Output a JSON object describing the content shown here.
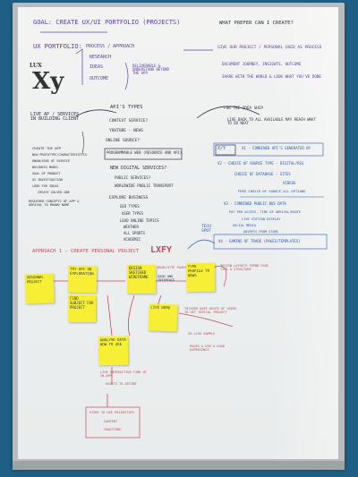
{
  "board": {
    "goal": "GOAL: CREATE UX/UI PORTFOLIO (PROJECTS)",
    "what_prefer": "WHAT PREFER CAN I CREATE?",
    "ux_portfolio": "UX PORTFOLIO:",
    "ux_list": [
      "PROCESS / APPROACH",
      "RESEARCH",
      "IDEAS",
      "OUTCOME"
    ],
    "ux_note": "DELIVERABLE & UNDERSTAND BEYOND THE APP",
    "right_top": [
      "GIVE OUR PROJECT / PERSONAL USED AS PROCESS",
      "DOCUMENT JOURNEY, INSIGHTS, OUTCOME",
      "SHARE WITH THE WORLD & LOOK WHAT YOU'VE DONE"
    ],
    "logo_small": "LUX",
    "logo_big": "Xy",
    "live_ap": "LIVE AP / SERVICES IN BUILDING CLIENT",
    "api_types": "API'S TYPES",
    "api_list": [
      "CONTEXT SERVICE?",
      "YOUTUBE - NEWS",
      "ONLINE SOURCE?"
    ],
    "api_boxed": "PROGRAMMABLE WEB (RESOURCE AND API)",
    "new_digital": "NEW DIGITAL SERVICES?",
    "new_digital_list": [
      "PUBLIC SERVICES?",
      "WORLDWIDE PUBLIC TRANSPORT"
    ],
    "explore": "EXPLORE BUSINESS",
    "explore_list": [
      "GEO TYPES",
      "USER TYPES",
      "LEAD ONLINE TOPICS",
      "WEATHER",
      "ALL SPORTS",
      "ACADEMIC"
    ],
    "left_col": [
      "CREATE THE APP",
      "NEW PROTOTYPE/CHARACTERISTICS",
      "KNOWLEDGE OF SERVICE",
      "BUSINESS MODEL",
      "GOAL OF PRODUCT",
      "UX INVESTIGATION",
      "LOOK FOR IDEAS",
      "CREATE SOLVED ONE"
    ],
    "left_bottom": "REQUIRED CONCEPTS OF APP & ARRIVAL TO BRAND NAME",
    "right_mid": [
      "FOR THE IDEA SHIP",
      "LIVE BACK TO ALL AVAILABLE MAY REACH WHAT TO DO NEXT"
    ],
    "boxed_xy": "X/Y",
    "v1": "V1 - COMBINED API'S GENERATED BY",
    "v2_list": [
      "V2 - CHOICE OF SOURCE TYPE - DIGITAL/RSS",
      "CHOICE OF DATABASE - SITES",
      "VIDEOS",
      "FREE CHOICE OF SOURCE ALL OPTIONS"
    ],
    "v3_list": [
      "V3 - COMBINED PUBLIC BUS DATA",
      "PAY PER ACCESS, TIME OF ARRIVAL/ROUTE",
      "LIVE STATION DISPLAY",
      "SOCIAL MEDIA",
      "ADVERTS FROM STORE"
    ],
    "v4": "V4 - GAMING OF TRADE (PAGES/TEMPLATES)",
    "approach": "APPROACH 1 - CREATE PERSONAL PROJECT",
    "lxfy": "LXFY",
    "tech_blue": "TECH SPOT",
    "red_notes": [
      "DESIGN LAYOUTS SPEND PAGE TIME & STRUCTURE",
      "TRIGGER DAPI ROUTE OF USERS TO GET TOPICAL PROJECT",
      "BOOK/SITE PAGES",
      "GO-LIVE SAMPLE",
      "BEST WEB & API",
      "PAGES & USE A GOOD EXPERIENCE"
    ],
    "stickies": [
      "PERSONAL PROJECT",
      "TRY API ON EXPLORATION",
      "DESIGN SKETCHED WIREFRAME",
      "GOOD AND INTERFACE",
      "TYPE PROFILE TO NEWS",
      "FIND SUBJECT FOR PROJECT",
      "LIVE DEMO",
      "ANALYSE DATA HOW TO USE"
    ],
    "bottom_red": [
      "LIVE INTERACTIVE TIME OF IN-APP",
      "ASSETS TO DEFINE",
      "STORY TO USE PRIORITIES",
      "CONTENT",
      "FUNCTIONS"
    ]
  }
}
